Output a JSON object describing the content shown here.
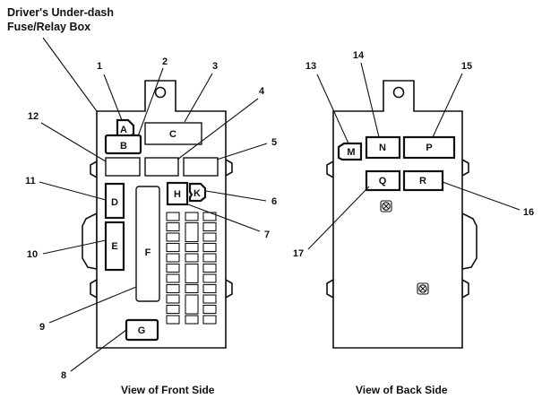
{
  "title_lines": [
    "Driver's Under-dash",
    "Fuse/Relay Box"
  ],
  "captions": {
    "front": "View of Front Side",
    "back": "View of Back Side"
  },
  "front_slots": {
    "A": "A",
    "B": "B",
    "C": "C",
    "D": "D",
    "E": "E",
    "F": "F",
    "G": "G",
    "H": "H",
    "K": "K"
  },
  "back_slots": {
    "M": "M",
    "N": "N",
    "P": "P",
    "Q": "Q",
    "R": "R"
  },
  "callouts_front": [
    "1",
    "2",
    "3",
    "4",
    "5",
    "6",
    "7",
    "8",
    "9",
    "10",
    "11",
    "12"
  ],
  "callouts_back": [
    "13",
    "14",
    "15",
    "16",
    "17"
  ]
}
